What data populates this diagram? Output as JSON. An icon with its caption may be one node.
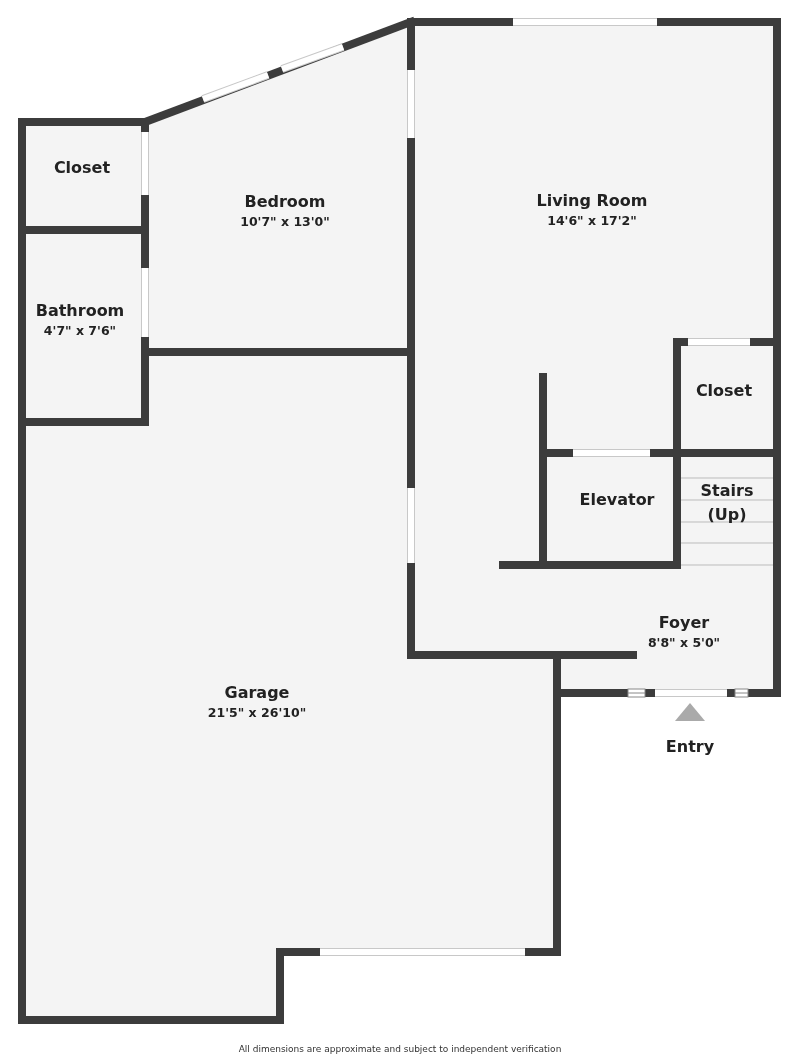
{
  "diagram": {
    "caption": "All dimensions are approximate and subject to independent verification",
    "nodes": [
      {
        "text": [
          "Closet"
        ]
      },
      {
        "text": [
          "Bedroom",
          "10'7\" x 13'0\""
        ]
      },
      {
        "text": [
          "Living Room",
          "14'6\" x 17'2\""
        ]
      },
      {
        "text": [
          "Bathroom",
          "4'7\" x 7'6\""
        ]
      },
      {
        "text": [
          "Closet"
        ]
      },
      {
        "text": [
          "Elevator"
        ]
      },
      {
        "text": [
          "Stairs (Up)"
        ]
      },
      {
        "text": [
          "Foyer",
          "8'8\" x 5'0\""
        ]
      },
      {
        "text": [
          "Garage",
          "21'5\" x 26'10\""
        ]
      }
    ],
    "labels": [
      "Entry"
    ]
  }
}
